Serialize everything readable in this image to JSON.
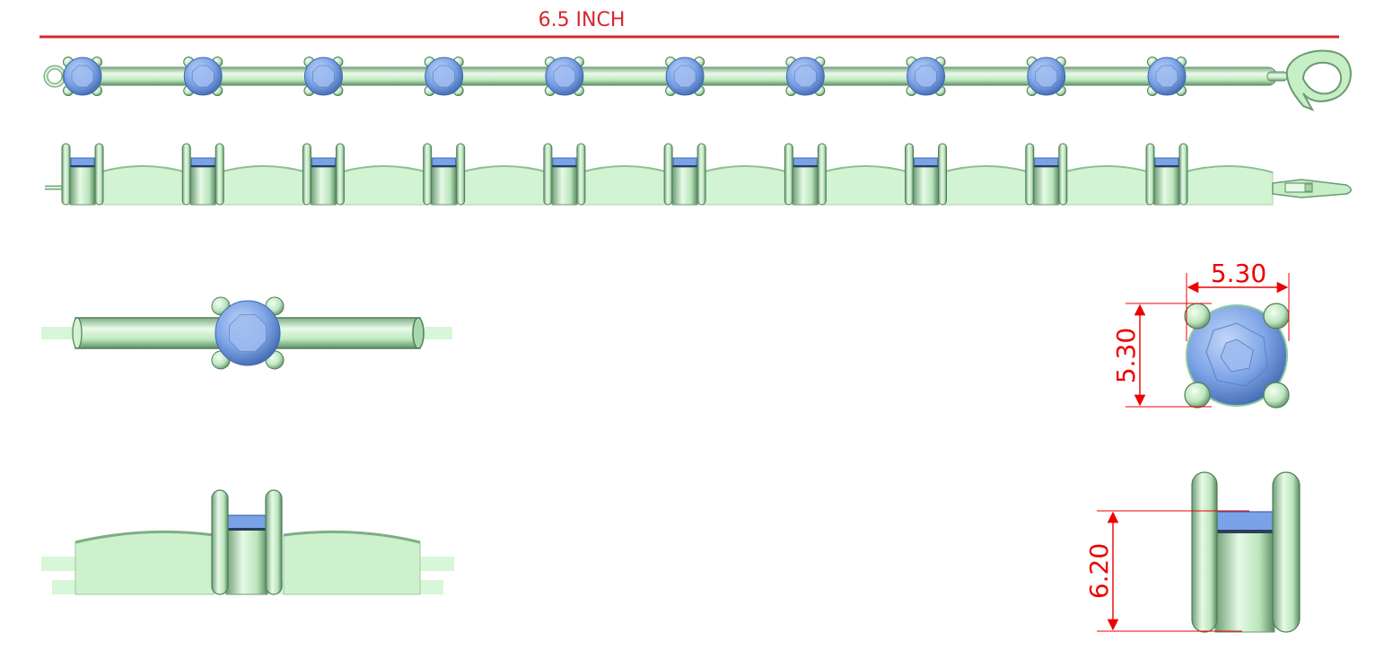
{
  "header": {
    "length_label": "6.5 INCH",
    "length_color": "#d7262e"
  },
  "bracelet": {
    "stone_count": 10
  },
  "dimensions": {
    "width": "5.30",
    "height": "5.30",
    "depth": "6.20",
    "color": "#ee0000"
  },
  "colors": {
    "metal": "#c6efc6",
    "metal_dark": "#79a77e",
    "metal_light": "#e9fbe9",
    "stone": "#7aa2e6",
    "stone_dark": "#3f67ad",
    "stone_light": "#b6cdf5"
  }
}
